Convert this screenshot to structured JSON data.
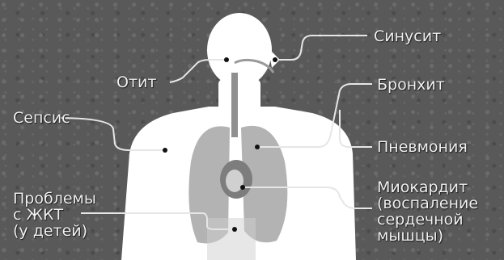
{
  "labels": {
    "otitis": "Отит",
    "sinusitis": "Синусит",
    "bronchitis": "Бронхит",
    "sepsis": "Сепсис",
    "pneumonia": "Пневмония",
    "gi_problems": [
      "Проблемы",
      "с ЖКТ",
      "(у детей)"
    ],
    "myocarditis": [
      "Миокардит",
      "(воспаление",
      "сердечной",
      "мышцы)"
    ]
  },
  "colors": {
    "background": "#595959",
    "body": "#ffffff",
    "organs": "#b3b3b3",
    "leader_lines": "#e6e6e6",
    "text": "#f2f2f2"
  }
}
